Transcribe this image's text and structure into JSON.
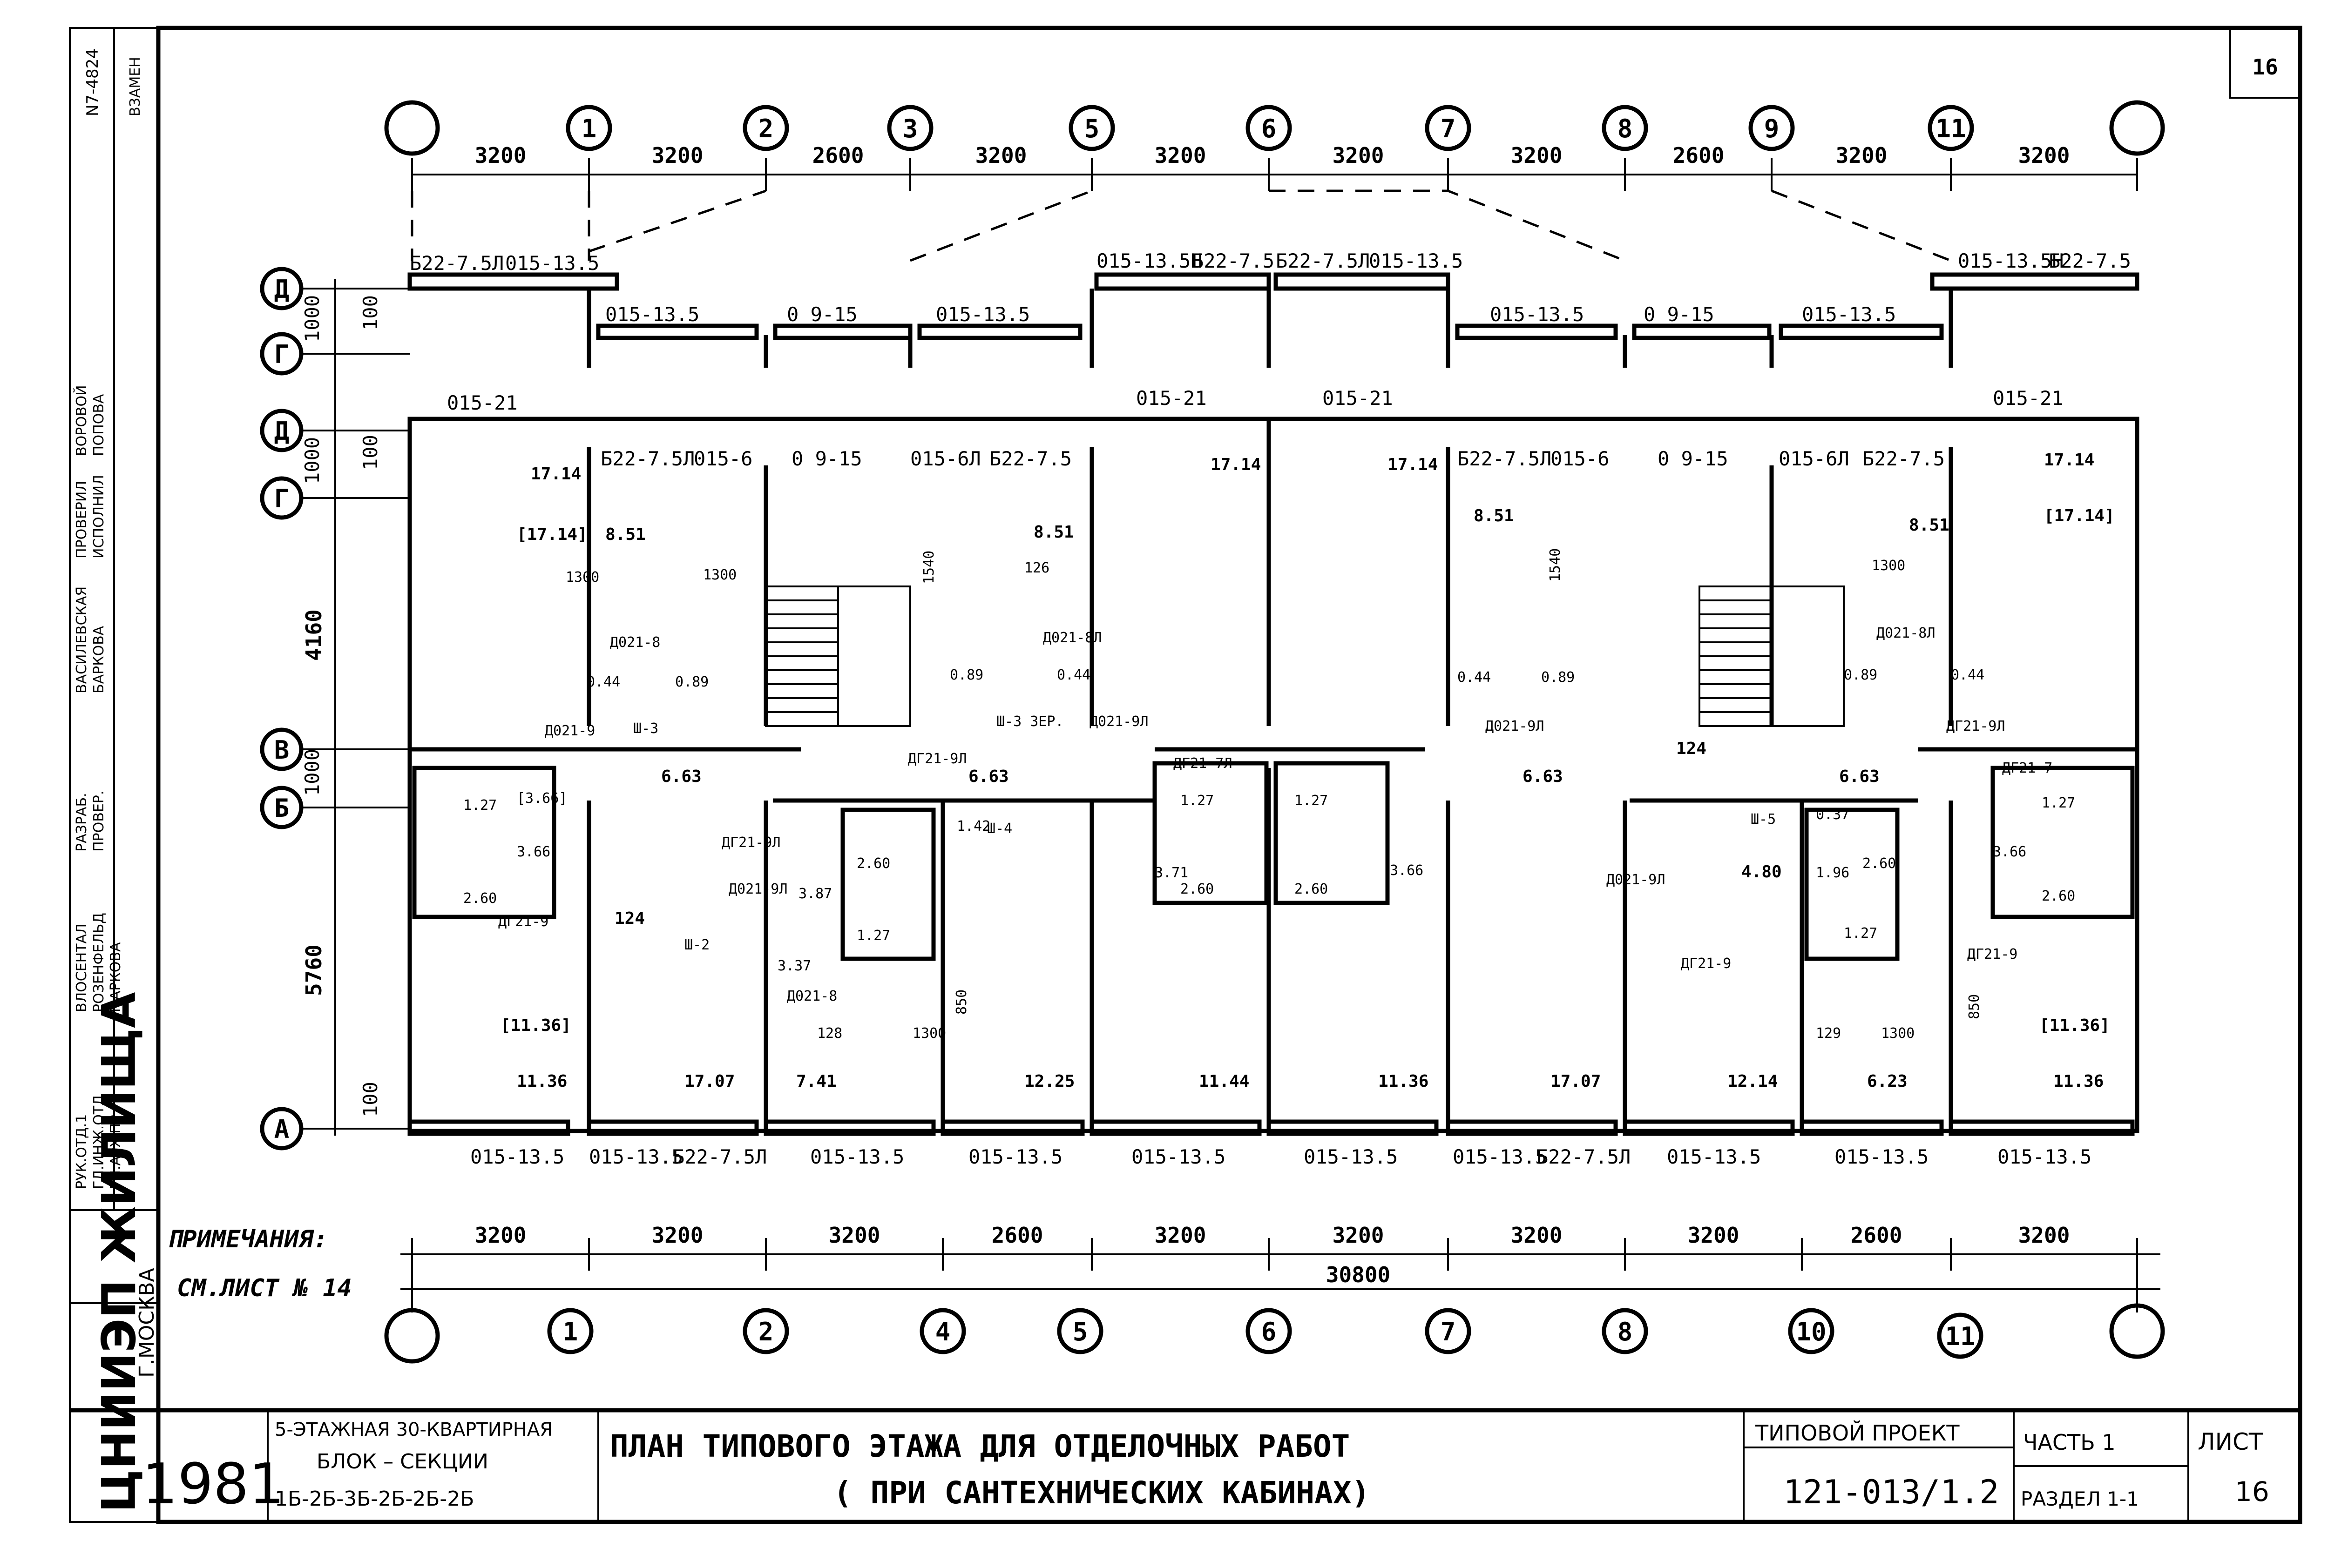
{
  "sheet": {
    "number": "16"
  },
  "axes": {
    "top": [
      "1",
      "2",
      "3",
      "5",
      "6",
      "7",
      "8",
      "9",
      "11"
    ],
    "bottom": [
      "1",
      "2",
      "4",
      "5",
      "6",
      "7",
      "8",
      "10",
      "11"
    ],
    "rows": [
      "Д",
      "Г",
      "Д",
      "Г",
      "В",
      "Б",
      "А"
    ]
  },
  "dimensions": {
    "top": [
      "3200",
      "3200",
      "2600",
      "3200",
      "3200",
      "3200",
      "3200",
      "2600",
      "3200",
      "3200"
    ],
    "bottom": [
      "3200",
      "3200",
      "3200",
      "2600",
      "3200",
      "3200",
      "3200",
      "3200",
      "2600",
      "3200"
    ],
    "overall": "30800",
    "vertical": [
      "1000",
      "100",
      "1000",
      "100",
      "4160",
      "1000",
      "5760",
      "100"
    ]
  },
  "windows": {
    "loggia": [
      "Б22-7.5Л",
      "015-13.5",
      "015-13.5",
      "0 9-15",
      "015-13.5",
      "015-13.5Н",
      "Б22-7.5",
      "Б22-7.5Л",
      "015-13.5",
      "015-13.5",
      "0 9-15",
      "015-13.5",
      "015-13.5Н",
      "Б22-7.5"
    ],
    "north": [
      "015-21",
      "015-21",
      "015-21",
      "015-21"
    ],
    "inner": [
      "Б22-7.5Л",
      "015-6",
      "0 9-15",
      "015-6Л",
      "Б22-7.5",
      "Б22-7.5Л",
      "015-6",
      "0 9-15",
      "015-6Л",
      "Б22-7.5"
    ],
    "south": [
      "015-13.5",
      "015-13.5",
      "Б22-7.5Л",
      "015-13.5",
      "015-13.5",
      "015-13.5",
      "015-13.5",
      "015-13.5",
      "Б22-7.5Л",
      "015-13.5",
      "015-13.5",
      "015-13.5"
    ]
  },
  "areas": {
    "upper": [
      "17.14",
      "[17.14]",
      "8.51",
      "8.51",
      "17.14",
      "17.14",
      "8.51",
      "8.51",
      "17.14",
      "[17.14]"
    ],
    "middle": [
      "6.63",
      "6.63",
      "6.63",
      "6.63",
      "124",
      "124"
    ],
    "lower": [
      "[3.66]",
      "1.27",
      "3.66",
      "2.60",
      "3.87",
      "2.60",
      "1.27",
      "3.37",
      "1.42",
      "3.71",
      "1.27",
      "2.60",
      "1.27",
      "2.60",
      "3.66",
      "4.80",
      "1.96",
      "2.60",
      "1.27",
      "3.66",
      "1.27",
      "2.60"
    ],
    "bottom": [
      "[11.36]",
      "11.36",
      "17.07",
      "7.41",
      "12.25",
      "11.44",
      "11.36",
      "17.07",
      "12.14",
      "6.23",
      "11.36",
      "[11.36]"
    ],
    "small": [
      "0.44",
      "0.89",
      "0.89",
      "0.44",
      "0.44",
      "0.89",
      "0.89",
      "0.44",
      "0.37"
    ]
  },
  "doors": [
    "Д021-8",
    "Д021-9",
    "Ш-3",
    "Д021-8Л",
    "Ш-3 ЗЕР.",
    "Д021-9Л",
    "ДГ21-9Л",
    "ДГ21-9Л",
    "ДГ21-9",
    "ДГ21-7Л",
    "ДГ21-7",
    "Д021-9Л",
    "Ш-2",
    "Д021-8",
    "Ш-4",
    "Д021-9Л",
    "ДГ21-9",
    "Ш-5",
    "Д021-9Л",
    "Д021-8Л",
    "ДГ21-9Л",
    "ДГ21-9"
  ],
  "dims_small": [
    "1300",
    "1540",
    "126",
    "1300",
    "850",
    "1300",
    "128",
    "1540",
    "1300",
    "850",
    "129",
    "1300"
  ],
  "notes": {
    "title": "ПРИМЕЧАНИЯ:",
    "text": "СМ.ЛИСТ № 14"
  },
  "stamp": {
    "year": "1981",
    "org": "ЦНИИЭП ЖИЛИЩА",
    "city": "Г.МОСКВА",
    "series_title": "5-ЭТАЖНАЯ 30-КВАРТИРНАЯ",
    "series_sub": "БЛОК – СЕКЦИИ",
    "series_code": "1Б-2Б-3Б-2Б-2Б-2Б",
    "title_line1": "ПЛАН ТИПОВОГО ЭТАЖА ДЛЯ ОТДЕЛОЧНЫХ РАБОТ",
    "title_line2": "( ПРИ САНТЕХНИЧЕСКИХ КАБИНАХ)",
    "project_label": "ТИПОВОЙ ПРОЕКТ",
    "project_code": "121-013/1.2",
    "part": "ЧАСТЬ 1",
    "section": "РАЗДЕЛ 1-1",
    "sheet_label": "ЛИСТ",
    "sheet_value": "16",
    "side_roles": [
      "РУК.ОТД.1",
      "ГЛ.ИНЖ.ОТД",
      "ГЛ.АРХ.ПР",
      "ВЛОСЕНТАЛ",
      "РОЗЕНФЕЛЬД",
      "МАРКОВА",
      "РАЗРАБ.",
      "ПРОВЕР.",
      "ВАСИЛЕВСКАЯ",
      "БАРКОВА",
      "ПРОВЕРИЛ",
      "ИСПОЛНИЛ",
      "ВОРОВОЙ",
      "ПОПОВА"
    ],
    "inv_label": "N7-4824",
    "replace_label": "ВЗАМЕН"
  }
}
